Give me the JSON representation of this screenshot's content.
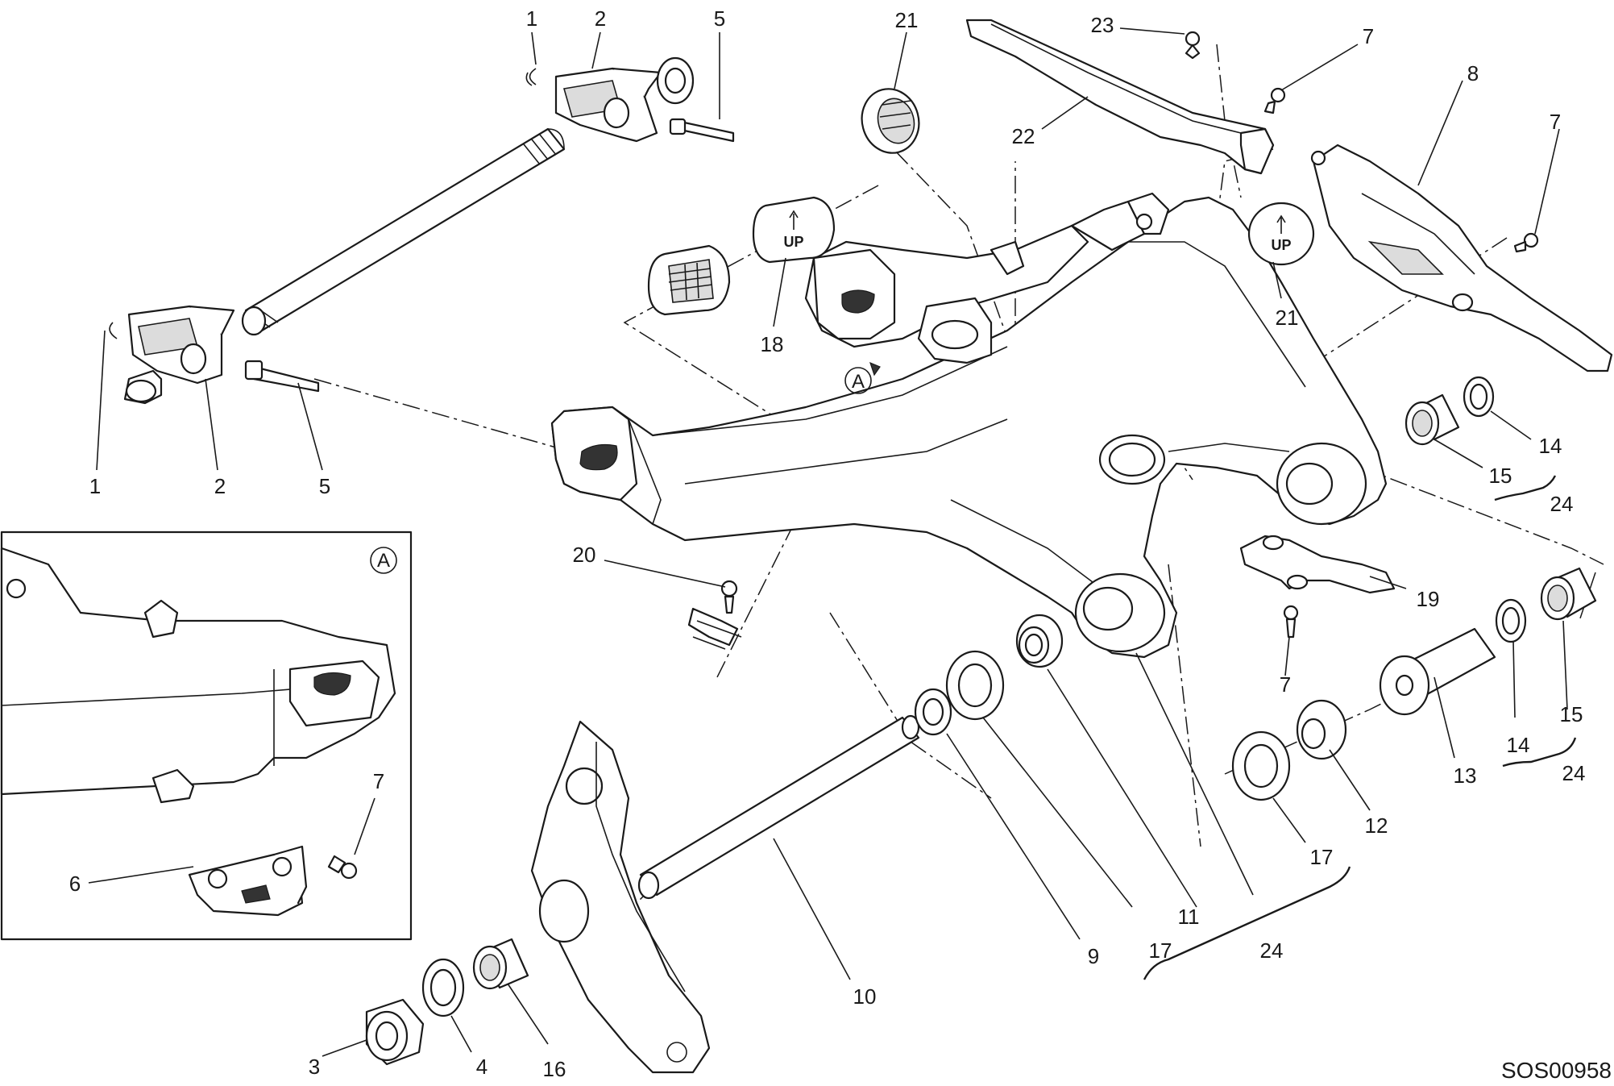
{
  "diagram": {
    "drawing_code": "SOS00958",
    "view_marker": "A",
    "inset_marker": "A",
    "plug_marking": "UP",
    "callouts": {
      "n1": "1",
      "n2": "2",
      "n3": "3",
      "n4": "4",
      "n5": "5",
      "n6": "6",
      "n7": "7",
      "n8": "8",
      "n9": "9",
      "n10": "10",
      "n11": "11",
      "n12": "12",
      "n13": "13",
      "n14": "14",
      "n15": "15",
      "n16": "16",
      "n17": "17",
      "n18": "18",
      "n19": "19",
      "n20": "20",
      "n21": "21",
      "n22": "22",
      "n23": "23",
      "n24": "24"
    }
  }
}
